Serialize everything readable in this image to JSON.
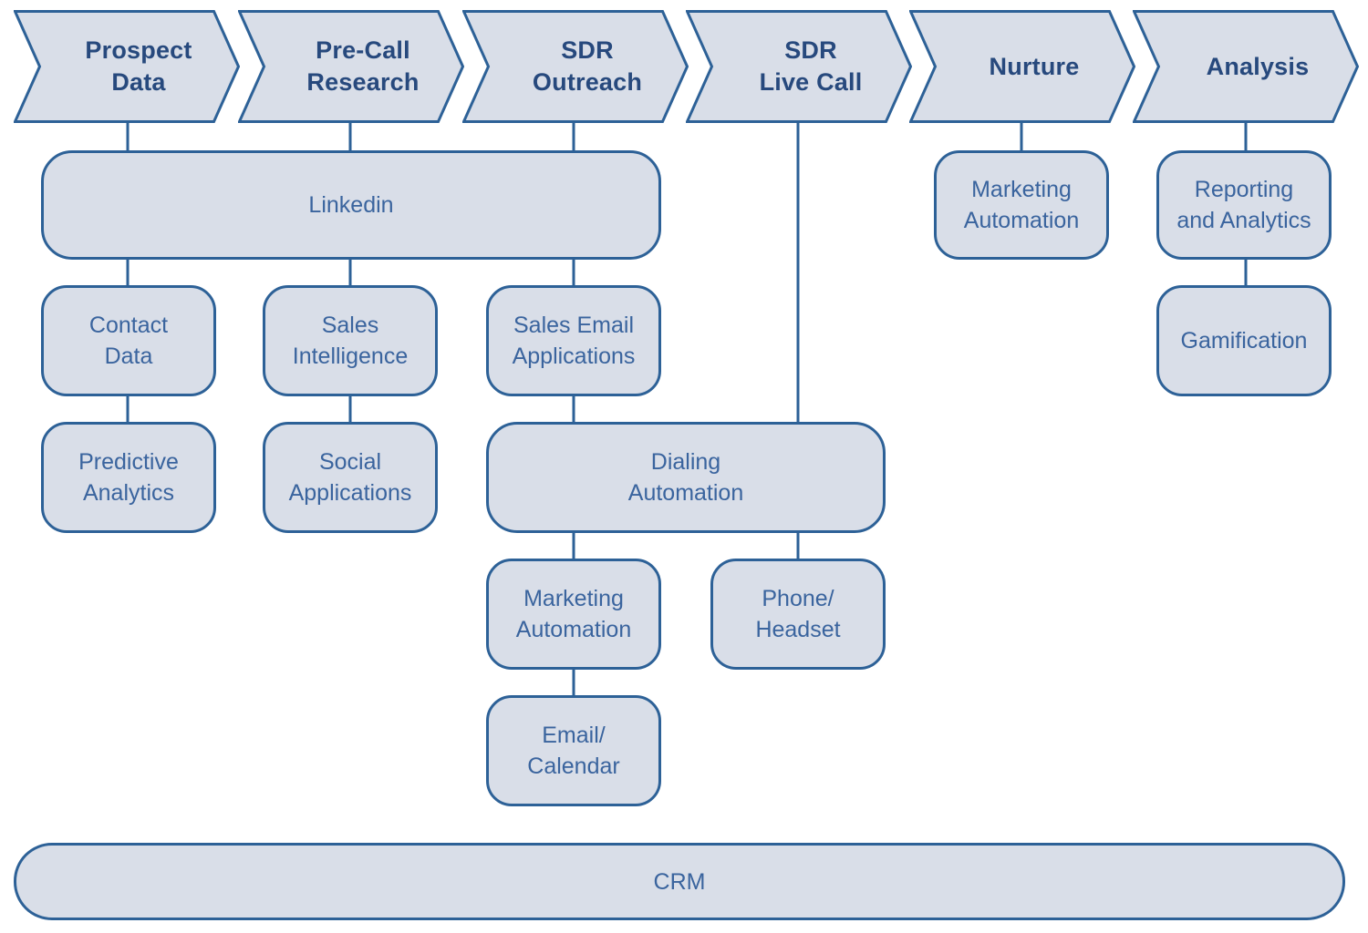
{
  "diagram": {
    "colors": {
      "shape_fill": "#d9dee8",
      "shape_border": "#2d6197",
      "stage_text": "#27497d",
      "node_text": "#3a649e",
      "background": "#ffffff"
    },
    "stages": [
      {
        "id": "prospect-data",
        "label": "Prospect\nData"
      },
      {
        "id": "pre-call-research",
        "label": "Pre-Call\nResearch"
      },
      {
        "id": "sdr-outreach",
        "label": "SDR\nOutreach"
      },
      {
        "id": "sdr-live-call",
        "label": "SDR\nLive Call"
      },
      {
        "id": "nurture",
        "label": "Nurture"
      },
      {
        "id": "analysis",
        "label": "Analysis"
      }
    ],
    "nodes": [
      {
        "id": "linkedin",
        "label": "Linkedin"
      },
      {
        "id": "marketing-automation-nurture",
        "label": "Marketing\nAutomation"
      },
      {
        "id": "reporting-and-analytics",
        "label": "Reporting\nand Analytics"
      },
      {
        "id": "contact-data",
        "label": "Contact\nData"
      },
      {
        "id": "sales-intelligence",
        "label": "Sales\nIntelligence"
      },
      {
        "id": "sales-email-applications",
        "label": "Sales Email\nApplications"
      },
      {
        "id": "gamification",
        "label": "Gamification"
      },
      {
        "id": "predictive-analytics",
        "label": "Predictive\nAnalytics"
      },
      {
        "id": "social-applications",
        "label": "Social\nApplications"
      },
      {
        "id": "dialing-automation",
        "label": "Dialing\nAutomation"
      },
      {
        "id": "marketing-automation-sdr",
        "label": "Marketing\nAutomation"
      },
      {
        "id": "phone-headset",
        "label": "Phone/\nHeadset"
      },
      {
        "id": "email-calendar",
        "label": "Email/\nCalendar"
      },
      {
        "id": "crm",
        "label": "CRM"
      }
    ],
    "edges": [
      {
        "from": "prospect-data",
        "to": "linkedin"
      },
      {
        "from": "pre-call-research",
        "to": "linkedin"
      },
      {
        "from": "sdr-outreach",
        "to": "linkedin"
      },
      {
        "from": "sdr-live-call",
        "to": "dialing-automation"
      },
      {
        "from": "nurture",
        "to": "marketing-automation-nurture"
      },
      {
        "from": "analysis",
        "to": "reporting-and-analytics"
      },
      {
        "from": "linkedin",
        "to": "contact-data"
      },
      {
        "from": "linkedin",
        "to": "sales-intelligence"
      },
      {
        "from": "linkedin",
        "to": "sales-email-applications"
      },
      {
        "from": "contact-data",
        "to": "predictive-analytics"
      },
      {
        "from": "sales-intelligence",
        "to": "social-applications"
      },
      {
        "from": "sales-email-applications",
        "to": "dialing-automation"
      },
      {
        "from": "dialing-automation",
        "to": "marketing-automation-sdr"
      },
      {
        "from": "dialing-automation",
        "to": "phone-headset"
      },
      {
        "from": "marketing-automation-sdr",
        "to": "email-calendar"
      },
      {
        "from": "reporting-and-analytics",
        "to": "gamification"
      }
    ]
  }
}
